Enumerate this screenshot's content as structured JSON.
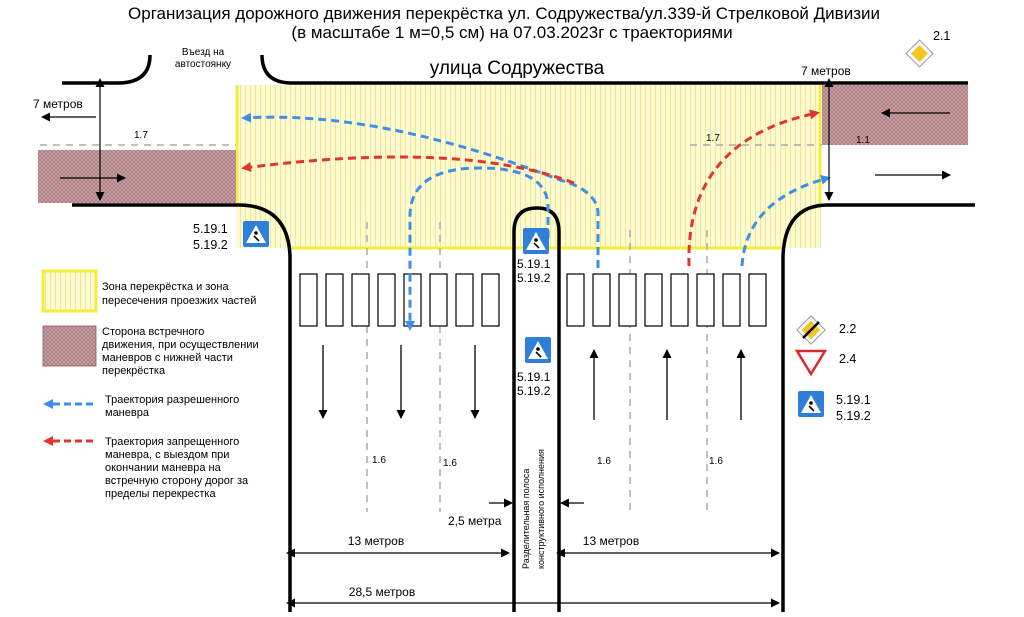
{
  "title": {
    "line1": "Организация дорожного движения перекрёстка ул. Содружества/ул.339-й Стрелковой Дивизии",
    "line2": "(в масштабе 1 м=0,5 см) на 07.03.2023г с траекториями"
  },
  "street_name": "улица Содружества",
  "parking_entrance": {
    "line1": "Въезд на",
    "line2": "автостоянку"
  },
  "dimensions": {
    "left_width": "7 метров",
    "right_width": "7 метров",
    "left_half": "13 метров",
    "right_half": "13 метров",
    "median_width": "2,5 метра",
    "total_width": "28,5 метров"
  },
  "markings": {
    "m_1_7_left": "1.7",
    "m_1_7_right": "1.7",
    "m_1_1": "1.1",
    "m_1_6_a": "1.6",
    "m_1_6_b": "1.6",
    "m_1_6_c": "1.6",
    "m_1_6_d": "1.6"
  },
  "median_label": {
    "line1": "Разделительная полоса",
    "line2": "конструктивного исполнения"
  },
  "signs": {
    "sign_2_1": "2.1",
    "sign_2_2": "2.2",
    "sign_2_4": "2.4",
    "sign_5_19_1": "5.19.1",
    "sign_5_19_2": "5.19.2"
  },
  "legend": {
    "zone": {
      "line1": "Зона перекрёстка и зона",
      "line2": "пересечения проезжих частей"
    },
    "oncoming": {
      "line1": "Сторона встречного",
      "line2": "движения, при осуществлении",
      "line3": "маневров с нижней части",
      "line4": "перекрёстка"
    },
    "allowed": {
      "line1": "Траектория разрешенного",
      "line2": "маневра"
    },
    "forbidden": {
      "line1": "Траектория запрещенного",
      "line2": "маневра, с выездом при",
      "line3": "окончании маневра на",
      "line4": "встречную сторону дорог за",
      "line5": "пределы перекрестка"
    }
  },
  "colors": {
    "zone_fill": "#fffbd0",
    "zone_border": "#f5ec3c",
    "zone_hatch": "#ece79a",
    "oncoming_fill": "#c7a4a6",
    "allowed_trajectory": "#3f8fea",
    "forbidden_trajectory": "#e0362b",
    "sign_blue": "#2f7fd9",
    "sign_yellow": "#f3c51f",
    "sign_red": "#d9292f"
  }
}
